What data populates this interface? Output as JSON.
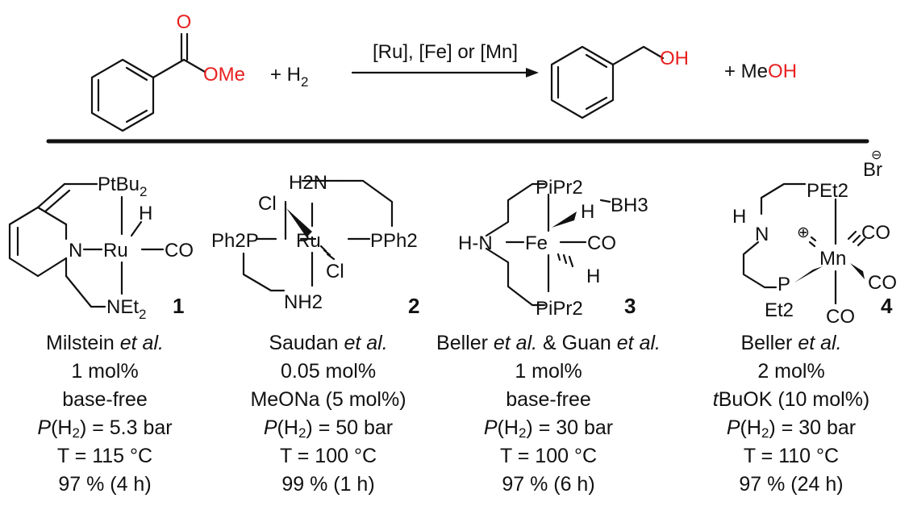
{
  "reaction": {
    "ester_carbonyl_o": "O",
    "ester_ome": "OMe",
    "plus_h2": "+ H",
    "plus_h2_sub": "2",
    "catalysts": "[Ru], [Fe] or [Mn]",
    "product_oh": "OH",
    "plus": "+ Me",
    "meoh_oh": "OH",
    "accent_color": "#e8201f"
  },
  "catalysts": [
    {
      "number": "1",
      "atoms": {
        "p_group": "PtBu",
        "p_sub": "2",
        "h": "H",
        "n": "N",
        "metal": "Ru",
        "co": "CO",
        "amine": "NEt",
        "amine_sub": "2"
      },
      "author": "Milstein",
      "author_suffix": "et al.",
      "loading": "1 mol%",
      "base": "base-free",
      "pressure": "= 5.3 bar",
      "temperature": "T = 115 °C",
      "yield": "97 % (4 h)"
    },
    {
      "number": "2",
      "atoms": {
        "nh2_top": "H2N",
        "cl1": "Cl",
        "ph2p_left": "Ph2P",
        "metal": "Ru",
        "pph2_right": "PPh2",
        "cl2": "Cl",
        "nh2_bottom": "NH2"
      },
      "author": "Saudan",
      "author_suffix": "et al.",
      "loading": "0.05 mol%",
      "base": "MeONa (5 mol%)",
      "pressure": "= 50 bar",
      "temperature": "T = 100 °C",
      "yield": "99 % (1 h)"
    },
    {
      "number": "3",
      "atoms": {
        "p_top": "PiPr2",
        "h_bh3": "H",
        "bh3": "BH3",
        "hn": "H-N",
        "metal": "Fe",
        "co": "CO",
        "h": "H",
        "p_bottom": "PiPr2"
      },
      "author": "Beller",
      "author_suffix": "et al.",
      "author2": "& Guan",
      "author2_suffix": "et al.",
      "loading": "1 mol%",
      "base": "base-free",
      "pressure": "= 30 bar",
      "temperature": "T = 100 °C",
      "yield": "97 % (6 h)"
    },
    {
      "number": "4",
      "atoms": {
        "br": "Br",
        "p_top": "PEt2",
        "h": "H",
        "n": "N",
        "metal": "Mn",
        "co1": "CO",
        "co2": "CO",
        "co3": "CO",
        "p_bottom": "P",
        "et2": "Et2",
        "charge": "⊕",
        "minus": "⊖"
      },
      "author": "Beller",
      "author_suffix": "et al.",
      "loading": "2 mol%",
      "base_prefix": "t",
      "base": "BuOK (10 mol%)",
      "pressure": "= 30 bar",
      "temperature": "T = 110 °C",
      "yield": "97 % (24 h)"
    }
  ]
}
